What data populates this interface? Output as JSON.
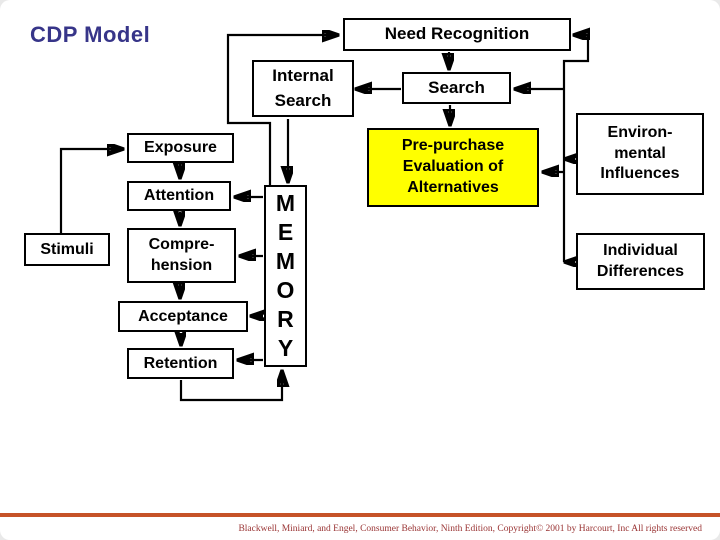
{
  "slide": {
    "title": "CDP Model",
    "footer_credit": "Blackwell, Miniard, and Engel, Consumer Behavior, Ninth Edition, Copyright© 2001 by Harcourt, Inc  All rights reserved"
  },
  "colors": {
    "title_text": "#373589",
    "accent_bar": "#C65328",
    "footer_text": "#993333",
    "highlight_bg": "#FFFF00",
    "line_and_border": "#000000",
    "box_bg": "#FFFFFF"
  },
  "diagram": {
    "boxes": {
      "need_recognition": "Need Recognition",
      "internal_search": "Internal\nSearch",
      "search": "Search",
      "pre_purchase": "Pre-purchase\nEvaluation of\nAlternatives",
      "environmental": "Environ-\nmental\nInfluences",
      "individual": "Individual\nDifferences",
      "stimuli": "Stimuli",
      "exposure": "Exposure",
      "attention": "Attention",
      "comprehension": "Compre-\nhension",
      "acceptance": "Acceptance",
      "retention": "Retention",
      "memory": "M\nE\nM\nO\nR\nY"
    }
  }
}
